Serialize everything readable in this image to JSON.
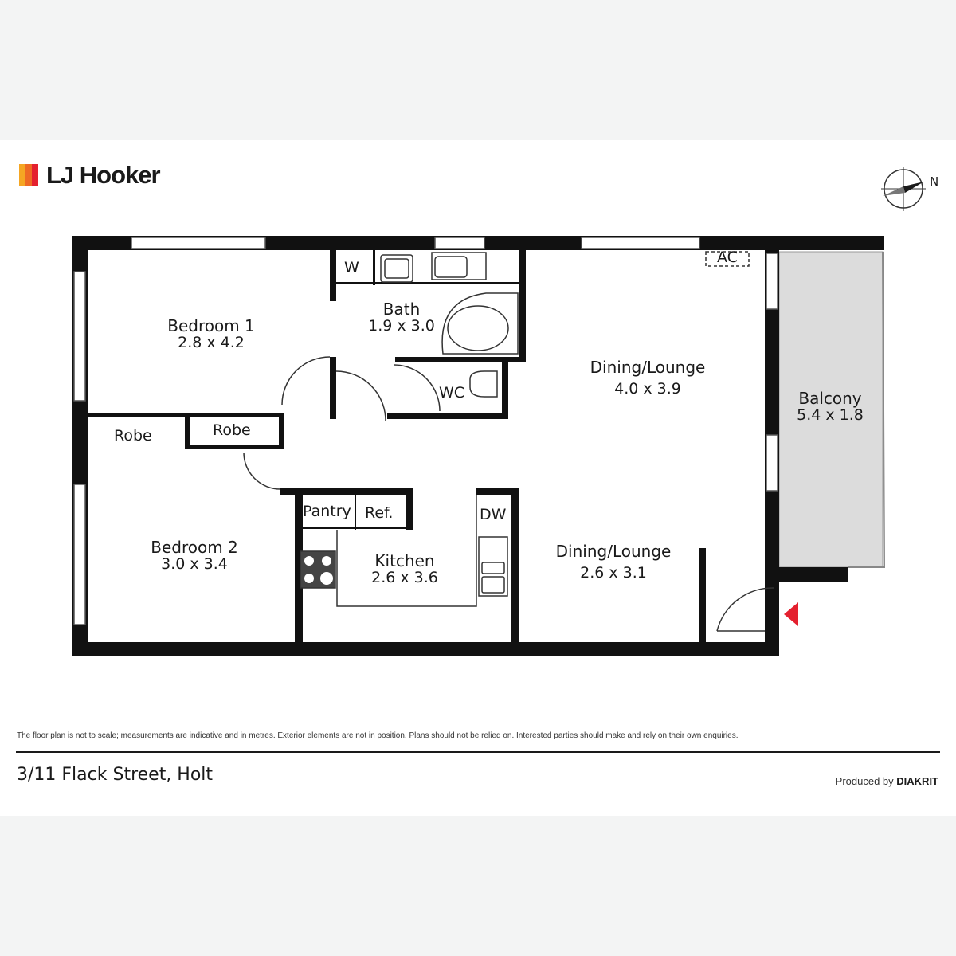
{
  "brand": {
    "name": "LJ Hooker",
    "colors": [
      "#f5a623",
      "#ee6a24",
      "#e4202f"
    ]
  },
  "compass": {
    "north_label": "N"
  },
  "rooms": {
    "bedroom1": {
      "name": "Bedroom 1",
      "dim": "2.8 x 4.2"
    },
    "bedroom2": {
      "name": "Bedroom 2",
      "dim": "3.0 x 3.4"
    },
    "bath": {
      "name": "Bath",
      "dim": "1.9 x 3.0"
    },
    "dining1": {
      "name": "Dining/Lounge",
      "dim": "4.0 x 3.9"
    },
    "dining2": {
      "name": "Dining/Lounge",
      "dim": "2.6 x 3.1"
    },
    "kitchen": {
      "name": "Kitchen",
      "dim": "2.6 x 3.6"
    },
    "balcony": {
      "name": "Balcony",
      "dim": "5.4 x 1.8"
    }
  },
  "fixtures": {
    "w": "W",
    "wc": "WC",
    "ac": "AC",
    "robe1": "Robe",
    "robe2": "Robe",
    "pantry": "Pantry",
    "ref": "Ref.",
    "dw": "DW"
  },
  "entry_marker_color": "#e4202f",
  "disclaimer": "The floor plan is not to scale; measurements are indicative and in metres. Exterior elements are not in position. Plans should not be relied on. Interested parties should make and rely on their own enquiries.",
  "address": "3/11 Flack Street, Holt",
  "producer": {
    "prefix": "Produced by",
    "name": "DIAKRIT"
  }
}
